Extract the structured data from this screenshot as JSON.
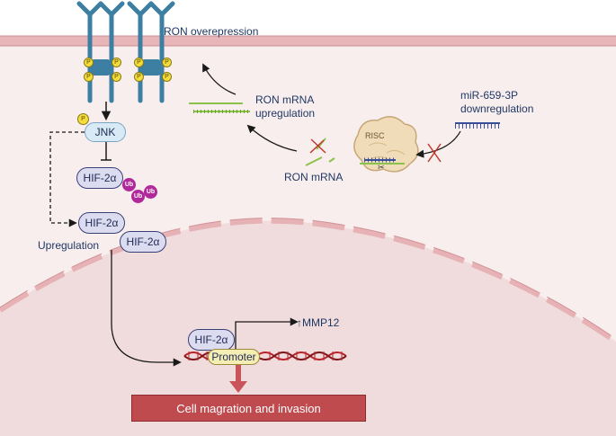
{
  "labels": {
    "ron_overexpression": "RON overepression",
    "ron_mrna_upregulation_line1": "RON mRNA",
    "ron_mrna_upregulation_line2": "upregulation",
    "mir_line1": "miR-659-3P",
    "mir_line2": "downregulation",
    "risc": "RISC",
    "ron_mrna": "RON mRNA",
    "jnk": "JNK",
    "hif_cytoplasm": "HIF-2α",
    "hif_upregulated": "HIF-2α",
    "hif_nuclear_entry": "HIF-2α",
    "hif_promoter": "HIF-2α",
    "upregulation": "Upregulation",
    "promoter": "Promoter",
    "mmp12": "MMP12",
    "cell_migration": "Cell magration and invasion",
    "phospho": "P",
    "ubiquitin": "Ub"
  },
  "colors": {
    "membrane": "#e8b6b8",
    "cytoplasm": "#f9eeee",
    "nucleus": "#f0dcdc",
    "receptor": "#3d7fa3",
    "hif_fill": "#dcdcf0",
    "cell_box": "#bf4b4f",
    "dna": "#b8232a"
  }
}
